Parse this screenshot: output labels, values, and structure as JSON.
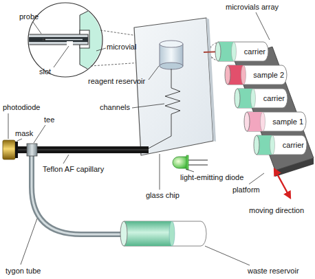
{
  "diagram": {
    "nodes": [
      {
        "text": [
          "carrier"
        ]
      },
      {
        "text": [
          "sample 2"
        ]
      },
      {
        "text": [
          "carrier"
        ]
      },
      {
        "text": [
          "sample 1"
        ]
      },
      {
        "text": [
          "carrier"
        ]
      }
    ],
    "labels": [
      "probe",
      "microvial",
      "slot",
      "microvials array",
      "reagent reservoir",
      "channels",
      "photodiode",
      "tee",
      "mask",
      "Teflon AF capillary",
      "light-emitting diode",
      "glass chip",
      "platform",
      "moving direction",
      "tygon tube",
      "waste reservoir"
    ]
  }
}
